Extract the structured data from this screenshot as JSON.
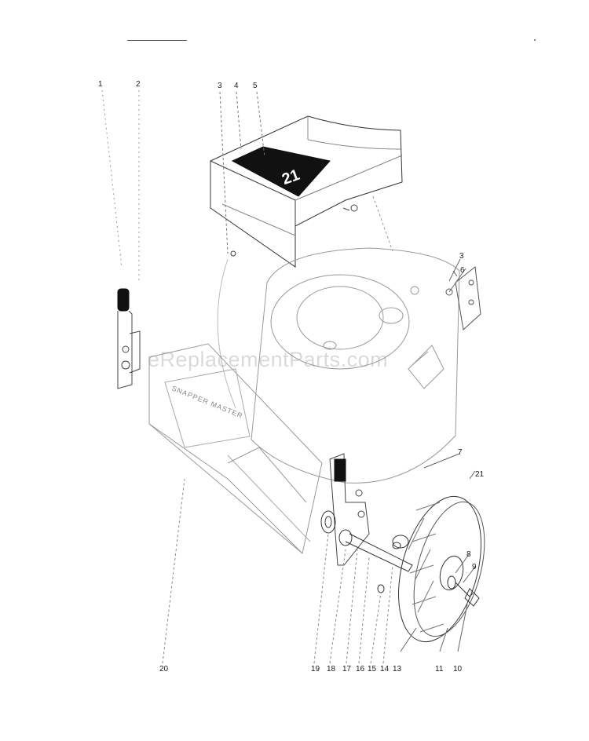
{
  "watermark": "eReplacementParts.com",
  "deck_number": "21",
  "deck_brand": "SNAPPER MASTER",
  "callouts": {
    "c1": "1",
    "c2": "2",
    "c3": "3",
    "c4": "4",
    "c5": "5",
    "c3b": "3",
    "c6": "6",
    "c7": "7",
    "c21": "21",
    "c8": "8",
    "c9": "9",
    "c20": "20",
    "c19": "19",
    "c18": "18",
    "c17": "17",
    "c16": "16",
    "c15": "15",
    "c14": "14",
    "c13": "13",
    "c11": "11",
    "c10": "10"
  }
}
